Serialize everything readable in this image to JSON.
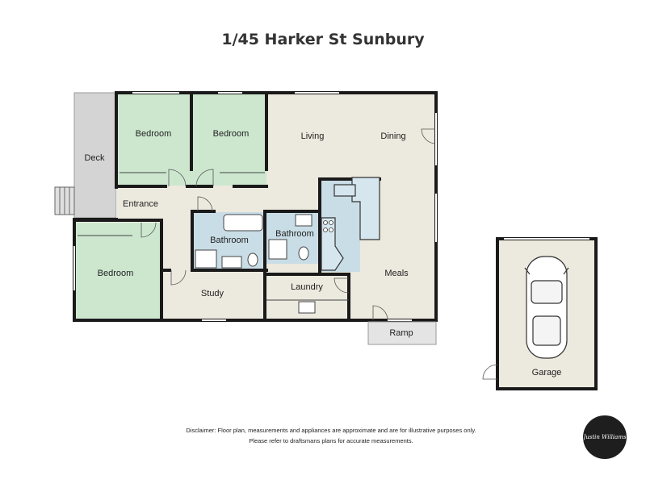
{
  "title": "1/45 Harker St Sunbury",
  "rooms": {
    "deck": "Deck",
    "bedroom1": "Bedroom",
    "bedroom2": "Bedroom",
    "bedroom3": "Bedroom",
    "living": "Living",
    "dining": "Dining",
    "entrance": "Entrance",
    "bathroom1": "Bathroom",
    "bathroom2": "Bathroom",
    "study": "Study",
    "laundry": "Laundry",
    "meals": "Meals",
    "ramp": "Ramp",
    "garage": "Garage"
  },
  "disclaimer": {
    "line1": "Disclaimer: Floor plan, measurements and appliances are approximate and are for illustrative purposes only.",
    "line2": "Please refer to draftsmans plans for accurate measurements."
  },
  "logo": {
    "text": "Justin Williams"
  },
  "colors": {
    "bedroom": "#cde7cf",
    "living": "#ece9de",
    "wet": "#c9dde6",
    "deck": "#d4d4d4",
    "wall": "#1a1a1a"
  }
}
